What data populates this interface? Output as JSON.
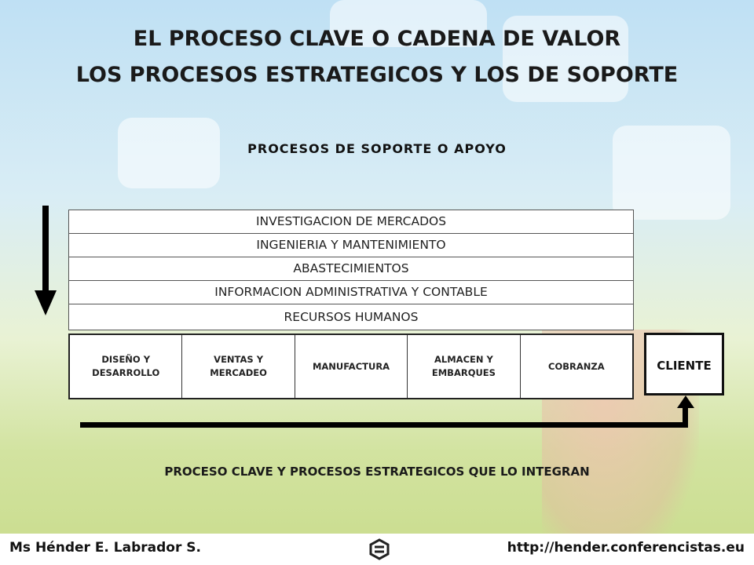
{
  "title_line1": "EL PROCESO CLAVE O CADENA DE VALOR",
  "title_line2": "LOS PROCESOS ESTRATEGICOS Y  LOS  DE SOPORTE",
  "support_title": "PROCESOS DE SOPORTE O APOYO",
  "support_processes": [
    "INVESTIGACION DE MERCADOS",
    "INGENIERIA Y MANTENIMIENTO",
    "ABASTECIMIENTOS",
    "INFORMACION ADMINISTRATIVA Y CONTABLE",
    "RECURSOS HUMANOS"
  ],
  "value_chain": [
    "DISEÑO Y DESARROLLO",
    "VENTAS Y MERCADEO",
    "MANUFACTURA",
    "ALMACEN Y EMBARQUES",
    "COBRANZA"
  ],
  "client_label": "CLIENTE",
  "bottom_caption": "PROCESO CLAVE Y PROCESOS ESTRATEGICOS QUE LO INTEGRAN",
  "footer": {
    "author": "Ms Hénder E. Labrador S.",
    "url": "http://hender.conferencistas.eu",
    "logo_icon": "conferencistas-logo-icon"
  },
  "colors": {
    "accent": "#1a1a1a"
  }
}
